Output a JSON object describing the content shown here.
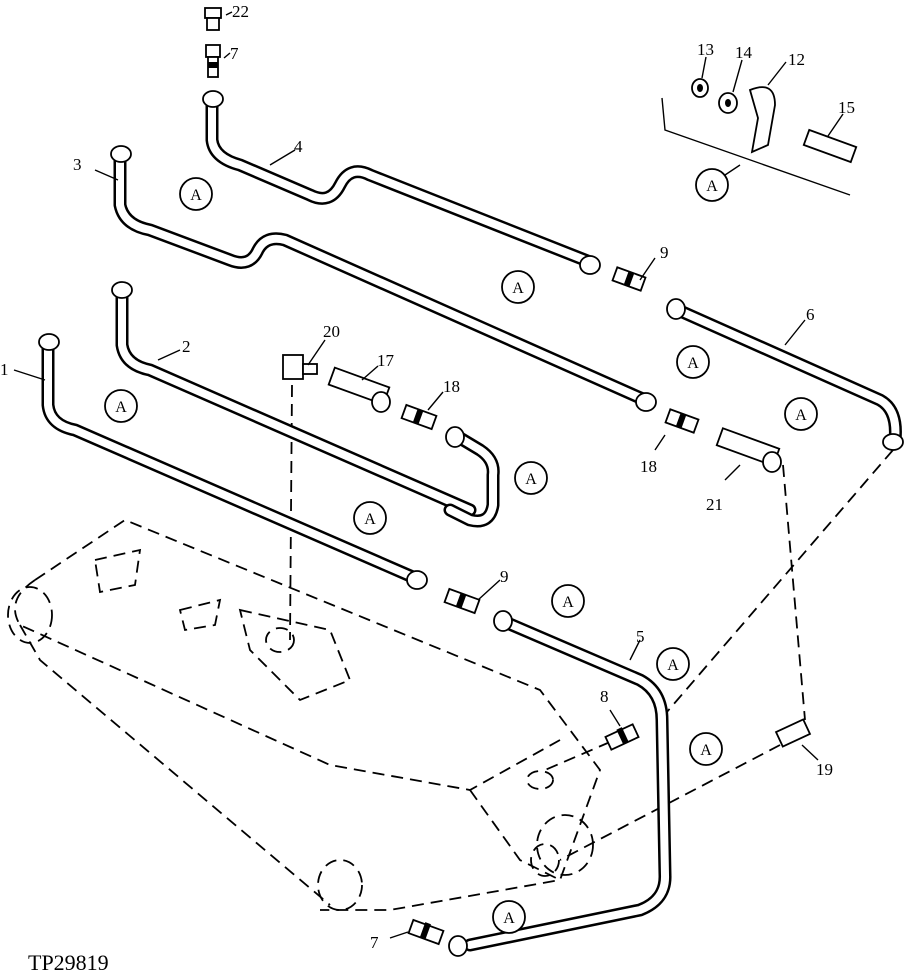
{
  "figure": {
    "id": "TP29819"
  },
  "callouts": {
    "c1": "1",
    "c2": "2",
    "c3": "3",
    "c4": "4",
    "c5": "5",
    "c6": "6",
    "c7a": "7",
    "c7b": "7",
    "c8": "8",
    "c9a": "9",
    "c9b": "9",
    "c12": "12",
    "c13": "13",
    "c14": "14",
    "c15": "15",
    "c17": "17",
    "c18a": "18",
    "c18b": "18",
    "c19": "19",
    "c20": "20",
    "c21": "21",
    "c22": "22"
  },
  "ref_marker": "A"
}
